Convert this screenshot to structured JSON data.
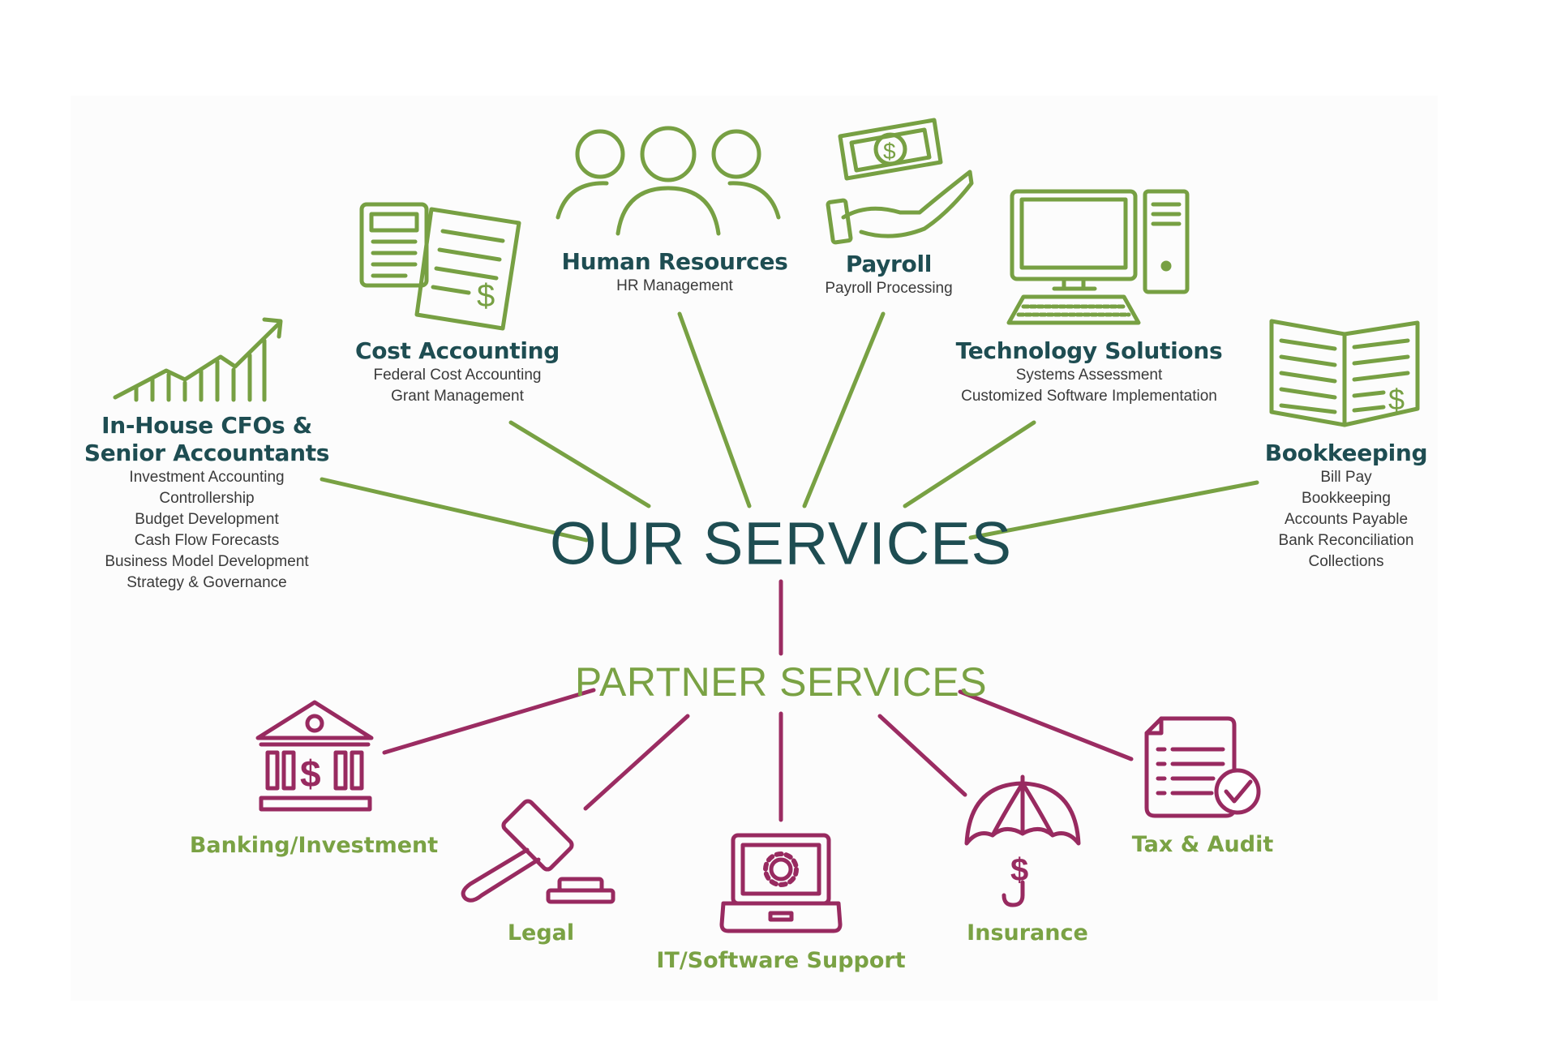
{
  "hub": {
    "title": "OUR SERVICES",
    "partner_title": "PARTNER SERVICES"
  },
  "colors": {
    "green": "#77a043",
    "teal": "#1e4d52",
    "magenta": "#982a60"
  },
  "our_services": [
    {
      "title_lines": [
        "In-House CFOs &",
        "Senior Accountants"
      ],
      "items": [
        "Investment Accounting",
        "Controllership",
        "Budget Development",
        "Cash Flow Forecasts",
        "Business Model Development",
        "Strategy & Governance"
      ],
      "icon": "growth-chart-icon"
    },
    {
      "title_lines": [
        "Cost Accounting"
      ],
      "items": [
        "Federal Cost Accounting",
        "Grant Management"
      ],
      "icon": "calculator-document-icon"
    },
    {
      "title_lines": [
        "Human Resources"
      ],
      "items": [
        "HR Management"
      ],
      "icon": "people-icon"
    },
    {
      "title_lines": [
        "Payroll"
      ],
      "items": [
        "Payroll Processing"
      ],
      "icon": "money-hand-icon"
    },
    {
      "title_lines": [
        "Technology Solutions"
      ],
      "items": [
        "Systems Assessment",
        "Customized Software Implementation"
      ],
      "icon": "computer-icon"
    },
    {
      "title_lines": [
        "Bookkeeping"
      ],
      "items": [
        "Bill Pay",
        "Bookkeeping",
        "Accounts Payable",
        "Bank Reconciliation",
        "Collections"
      ],
      "icon": "ledger-book-icon"
    }
  ],
  "partner_services": [
    {
      "label": "Banking/Investment",
      "icon": "bank-icon"
    },
    {
      "label": "Legal",
      "icon": "gavel-icon"
    },
    {
      "label": "IT/Software Support",
      "icon": "laptop-gear-icon"
    },
    {
      "label": "Insurance",
      "icon": "umbrella-dollar-icon"
    },
    {
      "label": "Tax & Audit",
      "icon": "checklist-icon"
    }
  ]
}
